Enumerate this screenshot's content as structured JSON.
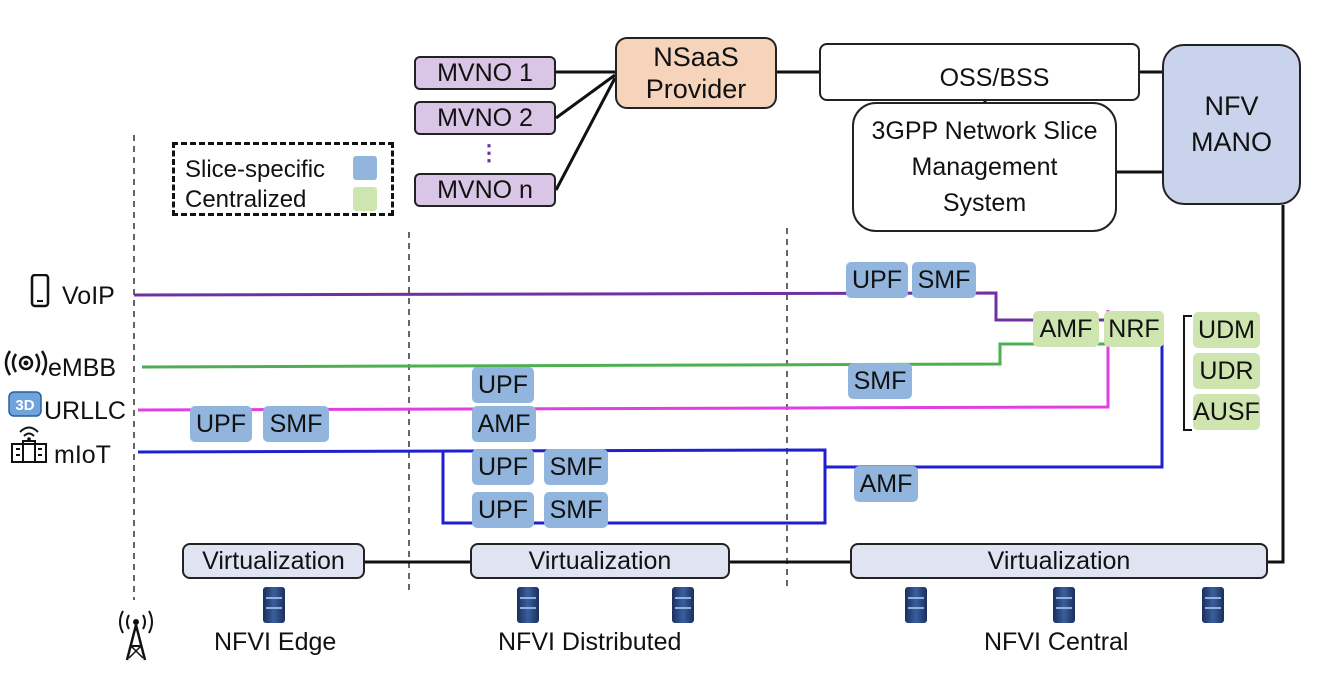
{
  "mvnos": [
    "MVNO 1",
    "MVNO 2",
    "MVNO n"
  ],
  "mvno_dots": "⋮",
  "nsaas": "NSaaS\nProvider",
  "oss": "OSS/BSS",
  "nsms": "3GPP Network Slice\nManagement\nSystem",
  "mano": "NFV\nMANO",
  "legend": {
    "slice_specific": "Slice-specific",
    "centralized": "Centralized"
  },
  "services": [
    {
      "label": "VoIP",
      "icon": "phone-icon"
    },
    {
      "label": "eMBB",
      "icon": "broadcast-icon"
    },
    {
      "label": "URLLC",
      "icon": "3d-icon"
    },
    {
      "label": "mIoT",
      "icon": "iot-building-icon"
    }
  ],
  "nf": {
    "upf": "UPF",
    "smf": "SMF",
    "amf": "AMF",
    "nrf": "NRF",
    "udm": "UDM",
    "udr": "UDR",
    "ausf": "AUSF"
  },
  "virtualization": "Virtualization",
  "nfvi": [
    "NFVI Edge",
    "NFVI Distributed",
    "NFVI Central"
  ],
  "colors": {
    "slice_specific": "#92b5de",
    "centralized": "#cfe5b0",
    "voip": "#7030a0",
    "embb": "#4caf50",
    "urllc": "#e040e0",
    "miot": "#1f1fd0",
    "mvno": "#d9c6e6",
    "nsaas": "#f6d4bb",
    "mano": "#c9d3ec"
  },
  "icons": [
    "phone-icon",
    "broadcast-icon",
    "3d-icon",
    "iot-building-icon",
    "antenna-tower-icon",
    "server-icon"
  ]
}
